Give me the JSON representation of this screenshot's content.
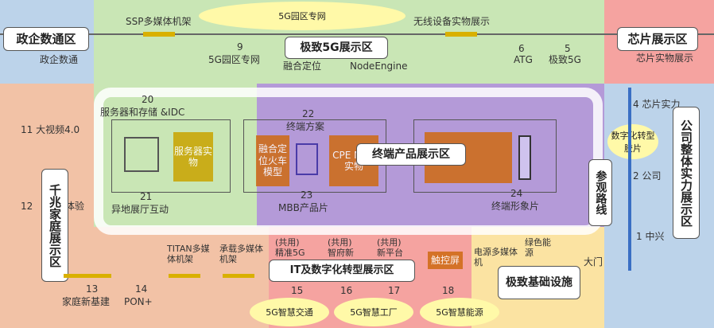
{
  "zones": {
    "gov": {
      "label": "政企数通区",
      "item": "政企数通"
    },
    "g5": {
      "label": "极致5G展示区",
      "oval": "5G园区专网",
      "items": [
        "SSP多媒体机架",
        "无线设备实物展示",
        "5G园区专网",
        "融合定位",
        "NodeEngine",
        "ATG",
        "极致5G"
      ],
      "numbers": [
        "9",
        "6",
        "5"
      ]
    },
    "chip": {
      "label": "芯片展示区",
      "item": "芯片实物展示"
    },
    "home": {
      "label": "千兆家庭展示区",
      "items": [
        "11 大视频4.0",
        "12",
        "体验",
        "家庭新基建",
        "PON+"
      ],
      "numbers": [
        "13",
        "14"
      ]
    },
    "terminal": {
      "label": "终端产品展示区",
      "items": [
        "服务器和存储 &IDC",
        "服务器实物",
        "异地展厅互动",
        "终端方案",
        "融合定位火车模型",
        "MBB产品片",
        "CPE MBB实物",
        "终端形象片"
      ],
      "numbers": [
        "20",
        "21",
        "22",
        "23",
        "24"
      ]
    },
    "company": {
      "label": "公司整体实力展示区",
      "oval": "数字化转型胶片",
      "items": [
        "4 芯片实力",
        "2 公司",
        "1 中兴"
      ]
    },
    "it": {
      "label": "IT及数字化转型展示区",
      "items": [
        "TITAN多媒体机架",
        "承载多媒体机架",
        "(共用) 精准5G",
        "(共用) 智府新",
        "(共用) 新平台",
        "触控屏"
      ],
      "numbers": [
        "15",
        "16",
        "17",
        "18"
      ],
      "ovals": [
        "5G智慧交通",
        "5G智慧工厂",
        "5G智慧能源"
      ]
    },
    "infra": {
      "label": "极致基础设施",
      "items": [
        "电源多媒体机",
        "绿色能源",
        "大门"
      ]
    },
    "route": {
      "label": "参观路线"
    }
  }
}
